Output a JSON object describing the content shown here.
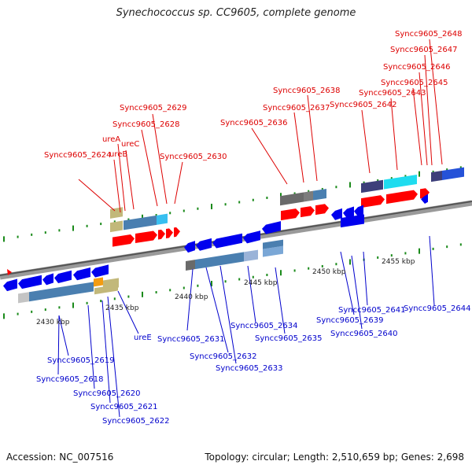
{
  "title": "Synechococcus sp. CC9605, complete genome",
  "footer": {
    "accession": "Accession: NC_007516",
    "topology": "Topology: circular; Length: 2,510,659 bp; Genes: 2,698"
  },
  "colors": {
    "forward_label": "#dd0000",
    "reverse_label": "#0000cc",
    "forward_gene": "#ff0000",
    "reverse_gene": "#0000ee",
    "dot_grid": "#1a8a1a"
  },
  "scale_labels": [
    "2430 kbp",
    "2435 kbp",
    "2440 kbp",
    "2445 kbp",
    "2450 kbp",
    "2455 kbp"
  ],
  "top_labels": [
    "Syncc9605_2624",
    "ureB",
    "ureA",
    "ureC",
    "Syncc9605_2628",
    "Syncc9605_2629",
    "Syncc9605_2630",
    "Syncc9605_2636",
    "Syncc9605_2637",
    "Syncc9605_2638",
    "Syncc9605_2642",
    "Syncc9605_2643",
    "Syncc9605_2645",
    "Syncc9605_2646",
    "Syncc9605_2647",
    "Syncc9605_2648"
  ],
  "bottom_labels": [
    "Syncc9605_2619",
    "Syncc9605_2618",
    "Syncc9605_2620",
    "Syncc9605_2621",
    "Syncc9605_2622",
    "ureE",
    "Syncc9605_2631",
    "Syncc9605_2632",
    "Syncc9605_2633",
    "Syncc9605_2634",
    "Syncc9605_2635",
    "Syncc9605_2641",
    "Syncc9605_2639",
    "Syncc9605_2640",
    "Syncc9605_2644"
  ]
}
